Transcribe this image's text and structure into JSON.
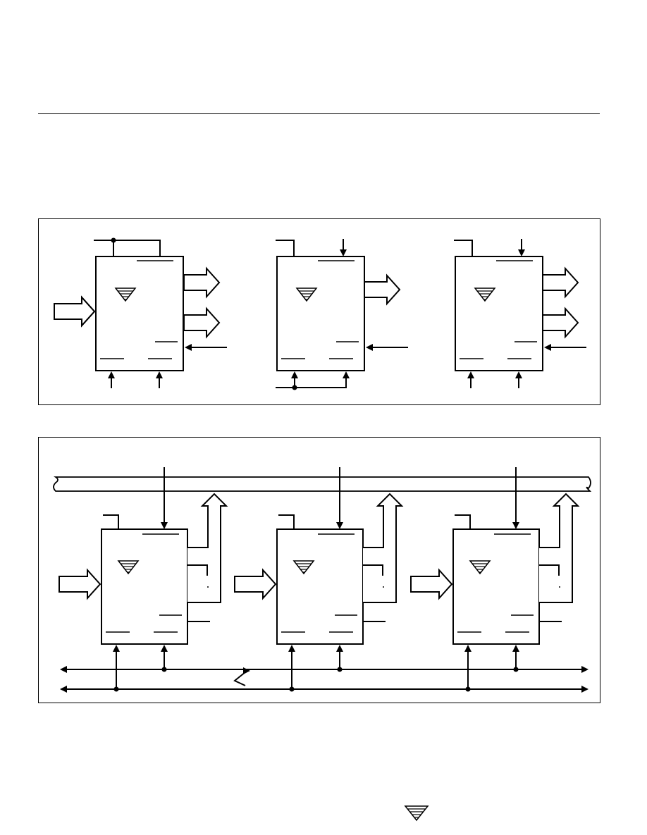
{
  "colors": {
    "line": "#000000",
    "background": "#ffffff"
  },
  "icons": {
    "logo": "idt-triangle-logo",
    "footer_logo": "idt-triangle-logo"
  },
  "figure1": {
    "devices": [
      {
        "id": "device-1",
        "outputs": 2,
        "top_signal": "pinned-to-node",
        "bottom_signals": "separate"
      },
      {
        "id": "device-2",
        "outputs": 1,
        "top_signal": "external-input",
        "bottom_signals": "joined"
      },
      {
        "id": "device-3",
        "outputs": 2,
        "top_signal": "external-input",
        "bottom_signals": "separate"
      }
    ]
  },
  "figure2": {
    "devices": [
      {
        "id": "device-1",
        "bus_input": true,
        "bus_output": true
      },
      {
        "id": "device-2",
        "bus_input": true,
        "bus_output": true
      },
      {
        "id": "device-3",
        "bus_input": true,
        "bus_output": true
      }
    ],
    "shared_lines": 2
  }
}
